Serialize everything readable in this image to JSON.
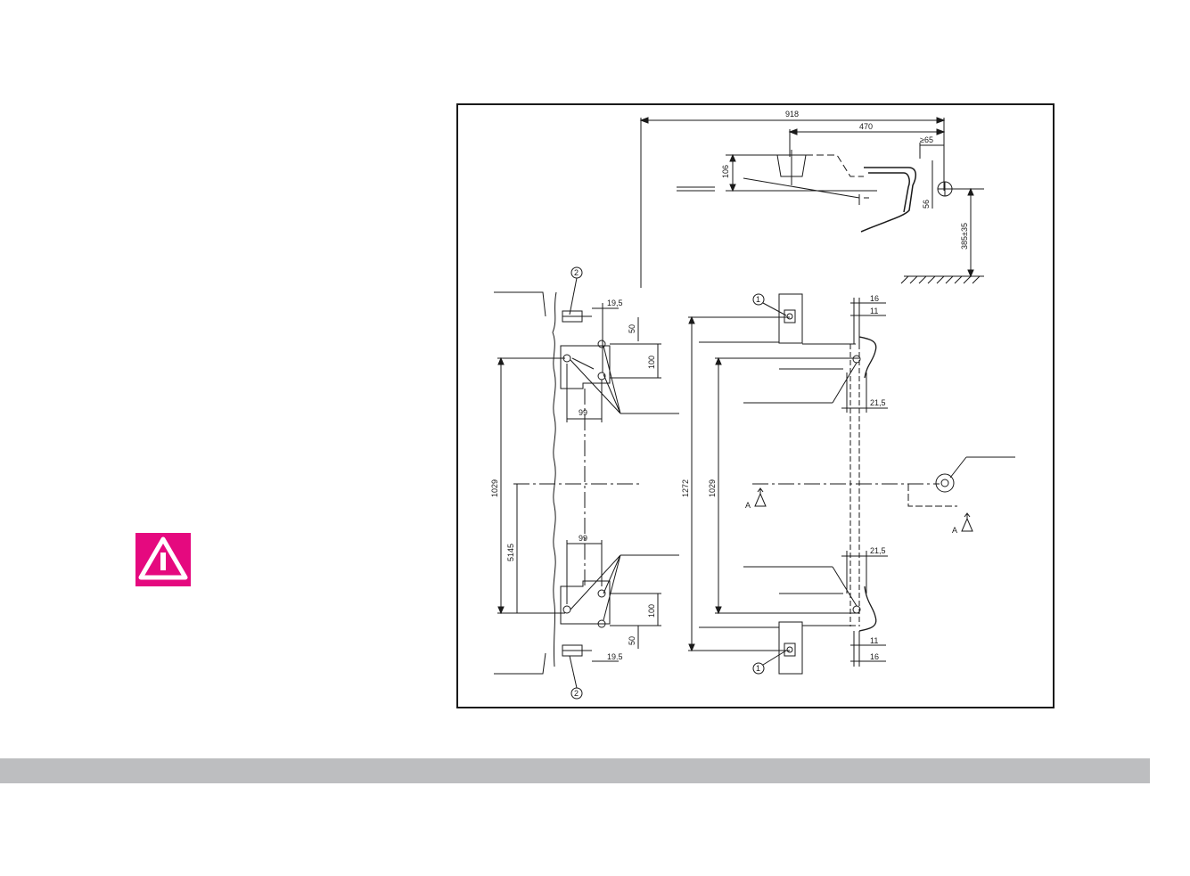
{
  "icons": {
    "warning": "warning-icon",
    "warning_color": "#e5097f"
  },
  "drawing": {
    "dims": {
      "d918": "918",
      "d470": "470",
      "d65": "≥65",
      "d106": "106",
      "d56": "56",
      "d385": "385±35",
      "d19_5_top": "19,5",
      "d50_top": "50",
      "d100_top": "100",
      "d99_top": "99",
      "d1029_left": "1029",
      "d5145": "5145",
      "d99_bot": "99",
      "d100_bot": "100",
      "d50_bot": "50",
      "d19_5_bot": "19.5",
      "d1272": "1272",
      "d1029_mid": "1029",
      "d16_top": "16",
      "d11_top": "11",
      "d21_5_top": "21,5",
      "d21_5_bot": "21,5",
      "d11_bot": "11",
      "d16_bot": "16"
    },
    "callouts": {
      "c1": "1",
      "c2": "2"
    },
    "section_marks": {
      "a": "A"
    }
  }
}
